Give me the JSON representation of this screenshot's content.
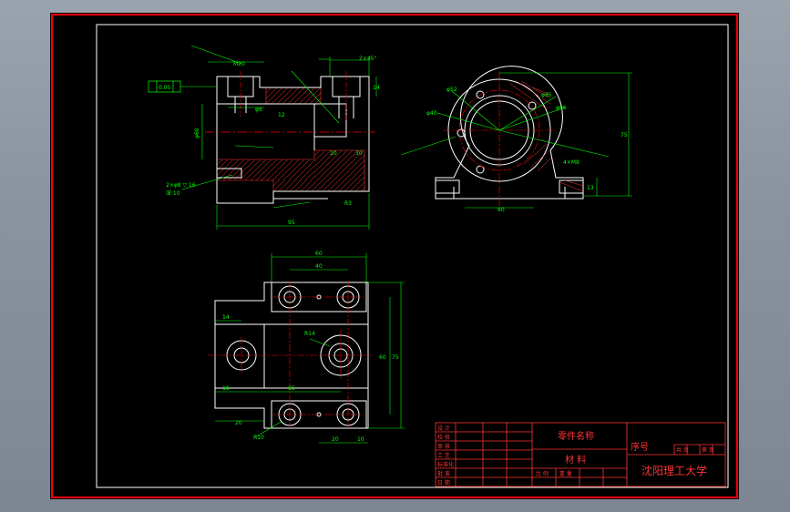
{
  "colors": {
    "paper": "#000000",
    "border": "#ffffff",
    "outer_frame": "#ff0000",
    "geometry": "#ffffff",
    "dimension": "#00ff00",
    "centerline": "#ff0000",
    "hatch": "#ff3333",
    "title_text": "#ff3333"
  },
  "title_block": {
    "part_name": "零件名称",
    "material": "材 料",
    "serial_no": "序号",
    "university": "沈阳理工大学",
    "small_cells": [
      "设 计",
      "校 核",
      "审 核",
      "工 艺",
      "标准化",
      "批 准",
      "日 期"
    ],
    "scale_cells": [
      "比 例",
      "重 量",
      "共 页",
      "第 页"
    ]
  },
  "dimensions": {
    "front": {
      "d_thread": "M20",
      "phi60": "φ60",
      "phi6": "φ6",
      "overall_len": "95",
      "h14": "14",
      "dim_12": "12",
      "dim_30": "30",
      "dim_2x45": "2×45°",
      "dim_20": "20",
      "r3": "R3",
      "tol": "0.05",
      "tol_box": "⊥ 0.05 A",
      "depth": "深 10",
      "pin": "2×φ8 ▽ 16"
    },
    "side": {
      "phi85": "φ85",
      "phi66": "φ66",
      "phi52": "φ52",
      "phi40": "φ40",
      "w60": "60",
      "h75": "75",
      "h13": "13",
      "thread": "4×M8"
    },
    "top": {
      "w60": "60",
      "w40": "40",
      "h14": "14",
      "r14": "R14",
      "l16": "16",
      "l65": "65",
      "l20": "20",
      "l20b": "20",
      "l10": "10",
      "h75": "75",
      "h60": "60",
      "r10": "R10"
    }
  }
}
